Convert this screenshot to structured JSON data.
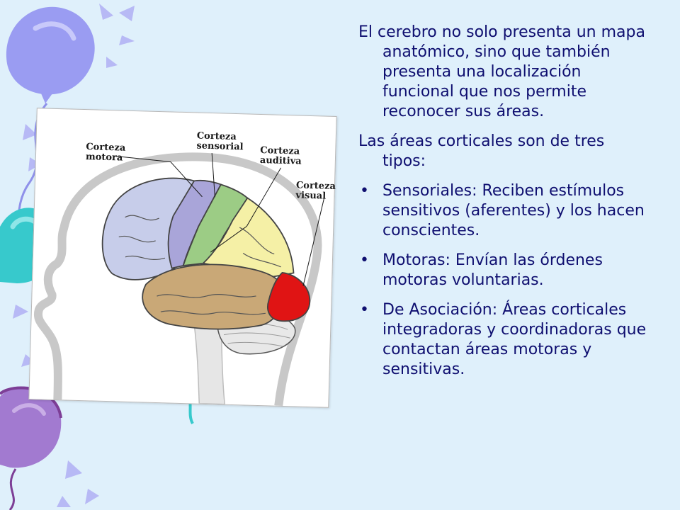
{
  "slide": {
    "intro": "El cerebro no solo presenta un mapa anatómico, sino que también presenta una localización funcional que nos permite reconocer sus áreas.",
    "subtitle": "Las áreas corticales son de tres tipos:",
    "bullets": [
      "Sensoriales: Reciben estímulos sensitivos (aferentes) y los hacen conscientes.",
      "Motoras: Envían las órdenes motoras voluntarias.",
      "De Asociación: Áreas corticales integradoras y coordinadoras que contactan áreas motoras y sensitivas."
    ]
  },
  "figure": {
    "labels": {
      "motora": [
        "Corteza",
        "motora"
      ],
      "sensorial": [
        "Corteza",
        "sensorial"
      ],
      "auditiva": [
        "Corteza",
        "auditiva"
      ],
      "visual": [
        "Corteza",
        "visual"
      ]
    },
    "region_colors": {
      "frontal": "#c7cdea",
      "motor": "#a9a5d9",
      "sensory": "#9ccc85",
      "parietal": "#f5f0a6",
      "temporal": "#c9a877",
      "visual": "#e01414",
      "cerebellum": "#e8e8e8"
    }
  },
  "colors": {
    "text": "#0f0f70",
    "background": "#dff0fb",
    "balloon_blue": "#9a9cf2",
    "balloon_teal": "#37c9cc",
    "balloon_purple": "#a27ad0"
  },
  "bullet_symbol": "•"
}
